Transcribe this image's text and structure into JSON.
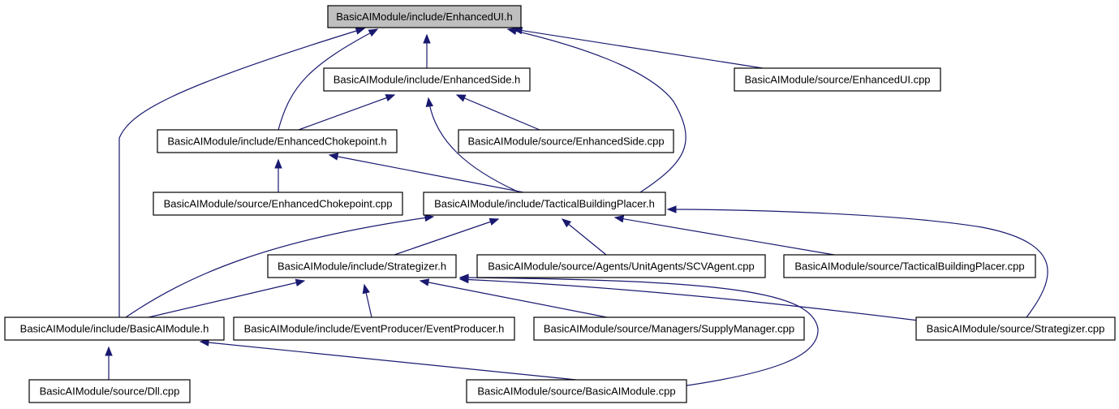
{
  "graph": {
    "colors": {
      "edge": "#191970",
      "node_fill": "#ffffff",
      "root_fill": "#bfbfbf",
      "node_border": "#000000"
    },
    "nodes": [
      {
        "id": "enhancedui_h",
        "label": "BasicAIModule/include/EnhancedUI.h",
        "root": true
      },
      {
        "id": "enhancedside_h",
        "label": "BasicAIModule/include/EnhancedSide.h"
      },
      {
        "id": "enhancedui_cpp",
        "label": "BasicAIModule/source/EnhancedUI.cpp"
      },
      {
        "id": "enhancedchokepoint_h",
        "label": "BasicAIModule/include/EnhancedChokepoint.h"
      },
      {
        "id": "enhancedside_cpp",
        "label": "BasicAIModule/source/EnhancedSide.cpp"
      },
      {
        "id": "enhancedchokepoint_cpp",
        "label": "BasicAIModule/source/EnhancedChokepoint.cpp"
      },
      {
        "id": "tacticalbuildingplacer_h",
        "label": "BasicAIModule/include/TacticalBuildingPlacer.h"
      },
      {
        "id": "strategizer_h",
        "label": "BasicAIModule/include/Strategizer.h"
      },
      {
        "id": "scvagent_cpp",
        "label": "BasicAIModule/source/Agents/UnitAgents/SCVAgent.cpp"
      },
      {
        "id": "tacticalbuildingplacer_cpp",
        "label": "BasicAIModule/source/TacticalBuildingPlacer.cpp"
      },
      {
        "id": "basicaimodule_h",
        "label": "BasicAIModule/include/BasicAIModule.h"
      },
      {
        "id": "eventproducer_h",
        "label": "BasicAIModule/include/EventProducer/EventProducer.h"
      },
      {
        "id": "supplymanager_cpp",
        "label": "BasicAIModule/source/Managers/SupplyManager.cpp"
      },
      {
        "id": "strategizer_cpp",
        "label": "BasicAIModule/source/Strategizer.cpp"
      },
      {
        "id": "dll_cpp",
        "label": "BasicAIModule/source/Dll.cpp"
      },
      {
        "id": "basicaimodule_cpp",
        "label": "BasicAIModule/source/BasicAIModule.cpp"
      }
    ],
    "edges": [
      {
        "from": "enhancedside_h",
        "to": "enhancedui_h"
      },
      {
        "from": "enhancedui_cpp",
        "to": "enhancedui_h"
      },
      {
        "from": "enhancedchokepoint_h",
        "to": "enhancedui_h"
      },
      {
        "from": "tacticalbuildingplacer_h",
        "to": "enhancedui_h"
      },
      {
        "from": "basicaimodule_h",
        "to": "enhancedui_h"
      },
      {
        "from": "enhancedchokepoint_h",
        "to": "enhancedside_h"
      },
      {
        "from": "enhancedside_cpp",
        "to": "enhancedside_h"
      },
      {
        "from": "tacticalbuildingplacer_h",
        "to": "enhancedside_h"
      },
      {
        "from": "enhancedchokepoint_cpp",
        "to": "enhancedchokepoint_h"
      },
      {
        "from": "tacticalbuildingplacer_h",
        "to": "enhancedchokepoint_h"
      },
      {
        "from": "strategizer_h",
        "to": "tacticalbuildingplacer_h"
      },
      {
        "from": "scvagent_cpp",
        "to": "tacticalbuildingplacer_h"
      },
      {
        "from": "tacticalbuildingplacer_cpp",
        "to": "tacticalbuildingplacer_h"
      },
      {
        "from": "strategizer_cpp",
        "to": "tacticalbuildingplacer_h"
      },
      {
        "from": "basicaimodule_h",
        "to": "tacticalbuildingplacer_h"
      },
      {
        "from": "basicaimodule_h",
        "to": "strategizer_h"
      },
      {
        "from": "eventproducer_h",
        "to": "strategizer_h"
      },
      {
        "from": "supplymanager_cpp",
        "to": "strategizer_h"
      },
      {
        "from": "strategizer_cpp",
        "to": "strategizer_h"
      },
      {
        "from": "basicaimodule_cpp",
        "to": "strategizer_h"
      },
      {
        "from": "dll_cpp",
        "to": "basicaimodule_h"
      },
      {
        "from": "basicaimodule_cpp",
        "to": "basicaimodule_h"
      }
    ]
  }
}
